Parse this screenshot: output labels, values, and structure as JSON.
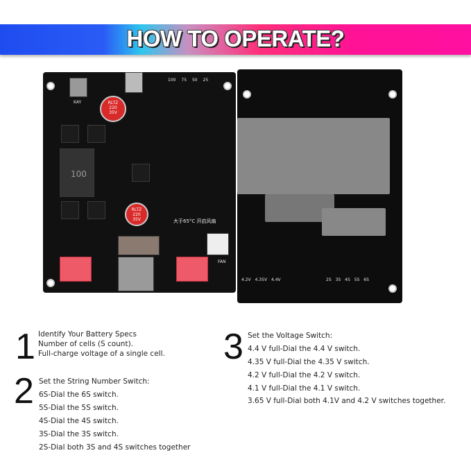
{
  "banner": {
    "title": "HOW TO OPERATE?",
    "colors": [
      "#1f4cf0",
      "#2fc6ee",
      "#ff1295"
    ]
  },
  "board_front": {
    "labels": {
      "key": "KAY",
      "cap": "RLTZ\n220\n35V",
      "leds": [
        "100",
        "75",
        "50",
        "25"
      ],
      "fan": "FAN",
      "inductor": "100",
      "temp": "大于65°C 开启风扇"
    }
  },
  "board_back": {
    "labels": {
      "voltages": [
        "4.2V",
        "4.35V",
        "4.4V"
      ],
      "strings": [
        "2S",
        "3S",
        "4S",
        "5S",
        "6S"
      ]
    }
  },
  "steps": [
    {
      "number": "1",
      "lines": [
        "Identify Your Battery Specs",
        "Number of cells (S count).",
        "Full-charge voltage of a single cell."
      ]
    },
    {
      "number": "2",
      "lines": [
        "Set the String Number Switch:",
        "6S-Dial the 6S switch.",
        "5S-Dial the 5S switch.",
        "4S-Dial the 4S switch.",
        "3S-Dial the 3S switch.",
        "2S-Dial both 3S and 4S switches together"
      ]
    },
    {
      "number": "3",
      "lines": [
        "Set the Voltage Switch:",
        "4.4 V full-Dial the 4.4 V switch.",
        "4.35 V full-Dial the 4.35 V switch.",
        "4.2 V full-Dial the 4.2 V switch.",
        "4.1 V full-Dial the 4.1 V switch.",
        "3.65 V full-Dial both 4.1V and 4.2 V switches together."
      ]
    }
  ]
}
